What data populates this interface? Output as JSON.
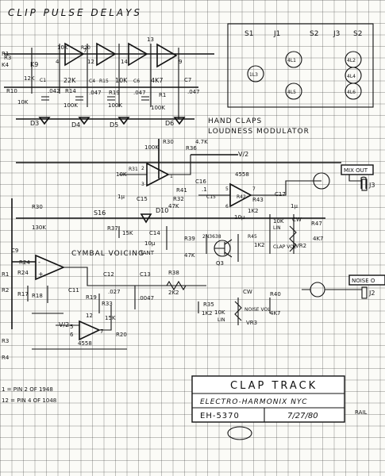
{
  "title": {
    "header": "CLIP PULSE DELAYS",
    "section_handclaps": "HAND CLAPS",
    "section_loudness": "LOUDNESS MODULATOR",
    "section_cymbal": "CYMBAL VOICING"
  },
  "title_block": {
    "name": "CLAP TRACK",
    "company": "ELECTRO-HARMONIX NYC",
    "model": "EH-5370",
    "date": "7/27/80"
  },
  "jack_panel": {
    "labels": [
      "S1",
      "J1",
      "S2",
      "J3",
      "S2"
    ],
    "pins": [
      "4L1",
      "4L2",
      "1L3",
      "4L4",
      "4L5",
      "4L6"
    ]
  },
  "outputs": {
    "mix_out": "MIX OUT",
    "mix_jack": "J3",
    "noise_out": "NOISE O",
    "noise_jack": "J2"
  },
  "top_row": {
    "labels": [
      "R3",
      "K9",
      "12K",
      "R10",
      "10K",
      "C1",
      ".042",
      "R14",
      "100K",
      "22K",
      "C4",
      ".047",
      "R19",
      "100K",
      "10K",
      "R15",
      "C6",
      ".047",
      "R1",
      "100K",
      "4K7",
      "C7",
      ".047",
      "10K",
      "R20",
      "13",
      "4",
      "12",
      "7",
      "14",
      "9"
    ],
    "diodes": [
      "D3",
      "D4",
      "D5",
      "D6"
    ]
  },
  "middle": {
    "labels": [
      "R30",
      "100K",
      "R36",
      "4.7K",
      "V/2",
      "R31",
      "10K",
      "2",
      "3",
      "1",
      "C15",
      "1µ",
      "C16",
      ".1",
      "R41",
      "R32",
      "47K",
      "R42",
      "C15",
      "4558",
      "R43",
      "5",
      "6",
      "7",
      "C17",
      "1µ",
      "10µ",
      "1K2",
      "S16",
      "D10",
      "10K",
      "LIN",
      "CW",
      "R47",
      "4K7",
      "R37",
      "15K",
      "C14",
      "10µ",
      "TANT",
      "R39",
      "47K",
      "2N3638",
      "Q3",
      "R45",
      "1K2",
      "CLAP VOL",
      "VR2"
    ]
  },
  "lower": {
    "labels": [
      "R30",
      "130K",
      "R24",
      "C9",
      "R24",
      "-",
      "+",
      "R17",
      "R18",
      "C11",
      "C12",
      ".027",
      "C13",
      ".0047",
      "R38",
      "2K2",
      "R33",
      "15K",
      "V/2",
      "4558",
      "R35",
      "1K2",
      "CW",
      "R40",
      "4K7",
      "10K",
      "LIN",
      "NOISE VOL",
      "VR3",
      "R19",
      "R20",
      "6",
      "5",
      "7",
      "12"
    ]
  },
  "margin_notes": {
    "left": [
      "R1",
      "K4",
      "R1",
      "R2",
      "R3",
      "R4"
    ],
    "bottom_left_1": "1 = PIN 2 OF 1948",
    "bottom_left_2": "12 = PIN 4 OF 1048",
    "right_tag": "RAIL"
  },
  "colors": {
    "ink": "#111111",
    "grid": "#555555",
    "paper": "#fbfbf7"
  }
}
